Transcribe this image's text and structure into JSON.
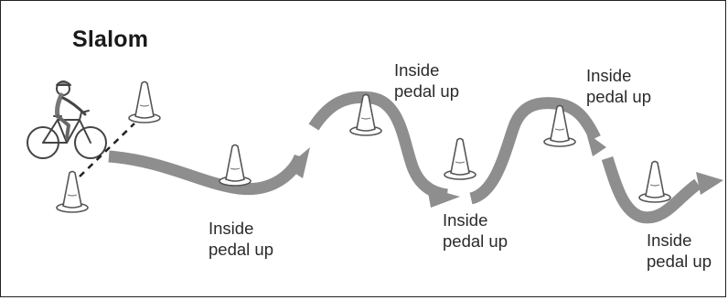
{
  "title": "Slalom",
  "labels": [
    {
      "line1": "Inside",
      "line2": "pedal up"
    },
    {
      "line1": "Inside",
      "line2": "pedal up"
    },
    {
      "line1": "Inside",
      "line2": "pedal up"
    },
    {
      "line1": "Inside",
      "line2": "pedal up"
    },
    {
      "line1": "Inside",
      "line2": "pedal up"
    }
  ],
  "colors": {
    "path": "#8e8e8e",
    "cone": "#555555",
    "line": "#222222"
  },
  "icons": [
    "cyclist-icon",
    "traffic-cone-icon",
    "direction-arrow-icon"
  ]
}
